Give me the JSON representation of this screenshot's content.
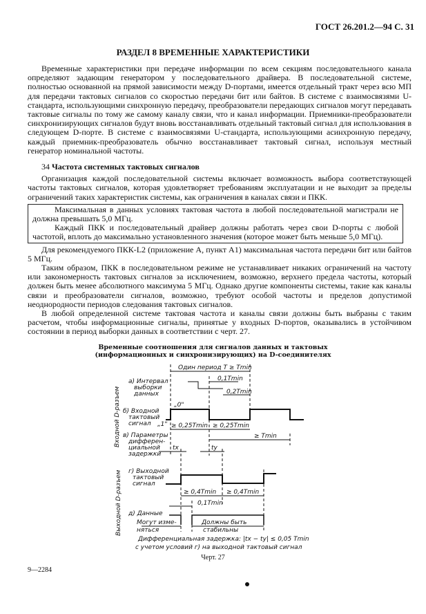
{
  "header": "ГОСТ 26.201.2—94 С. 31",
  "section_title": "РАЗДЕЛ 8 ВРЕМЕННЫЕ ХАРАКТЕРИСТИКИ",
  "paragraphs": [
    "Временные характеристики при передаче информации по всем секциям последовательного канала определяют задающим генератором у последовательного драйвера. В последовательной системе, полностью основанной на прямой зависимости между D-портами, имеется отдельный тракт через всю МП для передачи тактовых сигналов со скоростью передачи бит или байтов. В системе с взаимосвязями U-стандарта, использующими синхронную передачу, преобразователи передающих сигналов могут передавать тактовые сигналы по тому же самому каналу связи, что и канал информации. Приемники-преобразователи синхронизирующих сигналов будут вновь восстанавливать отдельный тактовый сигнал для использования в следующем D-порте. В системе с взаимосвязями U-стандарта, использующими асинхронную передачу, каждый приемник-преобразователь обычно восстанавливает тактовый сигнал, используя местный генератор номинальной частоты."
  ],
  "subsection": {
    "number": "34",
    "title": "Частота системных тактовых сигналов"
  },
  "p2": "Организация каждой последовательной системы включает возможность выбора соответствующей частоты тактовых сигналов, которая удовлетворяет требованиям эксплуатации и не выходит за пределы ограничений таких характеристик системы, как ограничения в каналах связи и ПКК.",
  "boxed": [
    "Максимальная в данных условиях тактовая частота в любой последовательной магистрали не должна превышать 5,0 МГц.",
    "Каждый ПКК и последовательный драйвер должны работать через свои D-порты с любой частотой, вплоть до максимально установленного значения (которое может быть меньше 5,0 МГц)."
  ],
  "p3": "Для рекомендуемого ПКК-L2 (приложение А, пункт А1) максимальная частота передачи бит или байтов 5 МГц.",
  "p4": "Таким образом, ПКК в последовательном режиме не устанавливает никаких ограничений на частоту или закономерность тактовых сигналов за исключением, возможно, верхнего предела частоты, который должен быть менее абсолютного максимума 5 МГц. Однако другие компоненты системы, такие как каналы связи и преобразователи сигналов, возможно, требуют особой частоты и пределов допустимой неоднородности периодов следования тактовых сигналов.",
  "p5": "В любой определенной системе тактовая частота и каналы связи должны быть выбраны с таким расчетом, чтобы информационные сигналы, принятые у входных D-портов, оказывались в устойчивом состоянии в период выборки данных в соответствии с черт. 27.",
  "figure": {
    "title1": "Временные соотношения для сигналов данных и тактовых",
    "title2": "(информационных и синхронизирующих) на D-соединителях",
    "period": "Один период T ≥ Tmin",
    "input_group": "Входной D-разъем",
    "output_group": "Выходной D-разъем",
    "a1": "а) Интервал",
    "a2": "выборки",
    "a3": "данных",
    "t01": "0,1Tmin",
    "t02": "0,2Tmin",
    "b1": "б) Входной",
    "b2": "тактовый",
    "b3": "сигнал",
    "zero": "„0\"",
    "one": "„1\"",
    "v1": "в) Параметры",
    "v2": "дифферен-",
    "v3": "циальной",
    "v4": "задержки",
    "q025a": "≥ 0,25Tmin",
    "q025b": "≥ 0,25Tmin",
    "qT": "≥ Tmin",
    "tx": "tx",
    "ty": "ty",
    "g1": "г) Выходной",
    "g2": "тактовый",
    "g3": "сигнал",
    "q04a": "≥ 0,4Tmin",
    "q04b": "≥ 0,4Tmin",
    "t01b": "0,1Tmin",
    "d1": "д) Данные",
    "m1": "Могут изме-",
    "m2": "няться",
    "s1": "Должны быть",
    "s2": "стабильны",
    "note1": "Дифференциальная задержка: |tx − ty| ≤ 0,05 Tmin",
    "note2": "с учетом условий г) на выходной тактовый сигнал",
    "caption": "Черт. 27"
  },
  "footer": "9—2284"
}
